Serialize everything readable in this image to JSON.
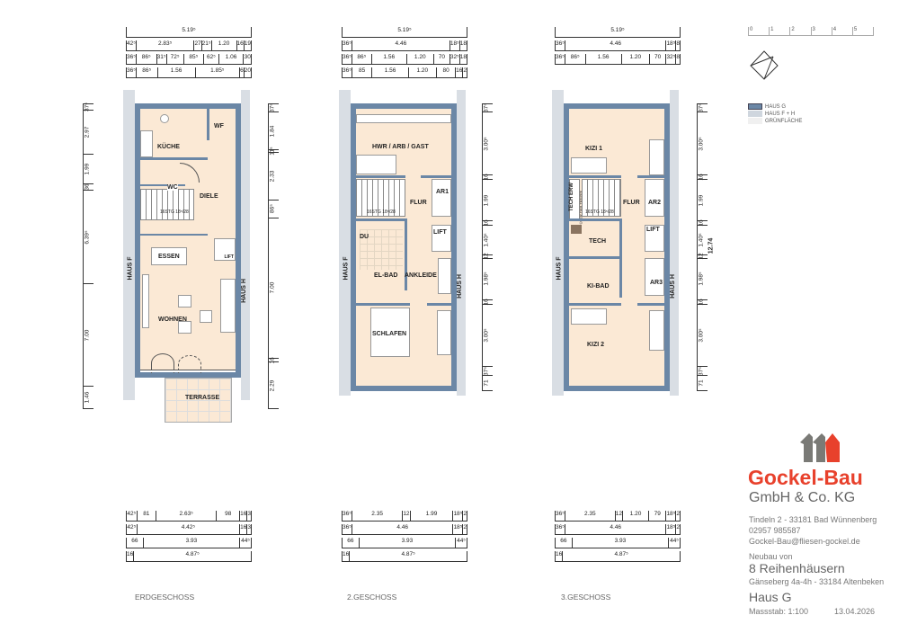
{
  "scale_bar": {
    "ticks": [
      "0",
      "1",
      "2",
      "3",
      "4",
      "5"
    ]
  },
  "legend": [
    {
      "label": "HAUS G",
      "color": "#6b87a6"
    },
    {
      "label": "HAUS F + H",
      "color": "#cfd6de"
    },
    {
      "label": "GRÜNFLÄCHE",
      "color": "#f0f0f0"
    }
  ],
  "plans": [
    {
      "name": "ERDGESCHOSS",
      "top_dims": [
        [
          "5.19⁵"
        ],
        [
          "42⁵",
          "2.83⁵",
          "27",
          "21⁵",
          "1.20",
          "16",
          "19"
        ],
        [
          "36⁵",
          "86⁵",
          "31⁵",
          "72⁵",
          "85⁵",
          "62⁵",
          "1.06",
          "30"
        ],
        [
          "36⁵",
          "86⁵",
          "1.56",
          "1.85⁵",
          "6",
          "20"
        ]
      ],
      "bottom_dims": [
        [
          "42⁵",
          "81",
          "2.63⁵",
          "98",
          "16",
          "3"
        ],
        [
          "42⁵",
          "4.42⁵",
          "16",
          "3"
        ],
        [
          "66",
          "3.93",
          "44⁵"
        ],
        [
          "16",
          "4.87⁵"
        ]
      ],
      "right_dims": [
        "37⁵",
        "1.84",
        "11⁵",
        "2.33",
        "86⁵",
        "7.00",
        "16",
        "2.29"
      ],
      "left_dims": [
        "37⁵",
        "2.97",
        "1.99",
        "36",
        "6.39⁵",
        "7.00",
        "1.46"
      ],
      "rooms": {
        "kueche": "KÜCHE",
        "wf": "WF",
        "wc": "WC",
        "diele": "DIELE",
        "lift": "LIFT",
        "essen": "ESSEN",
        "wohnen": "WOHNEN",
        "terrasse": "TERRASSE",
        "stairs": "16STG 18⁵/28"
      },
      "haus_left": "HAUS F",
      "haus_right": "HAUS H"
    },
    {
      "name": "2.GESCHOSS",
      "top_dims": [
        [
          "5.19⁵"
        ],
        [
          "36⁵",
          "4.46",
          "18⁵",
          "18"
        ],
        [
          "36⁵",
          "86⁵",
          "1.56",
          "1.20",
          "70",
          "32⁵",
          "18"
        ],
        [
          "36⁵",
          "85",
          "1.56",
          "1.20",
          "80",
          "16",
          "2"
        ]
      ],
      "bottom_dims": [
        [
          "36⁵",
          "2.35",
          "12",
          "1.99",
          "18⁵",
          "2"
        ],
        [
          "36⁵",
          "4.46",
          "18⁵",
          "2"
        ],
        [
          "66",
          "3.93",
          "44⁵"
        ],
        [
          "16",
          "4.87⁵"
        ]
      ],
      "right_dims": [
        "37⁵",
        "3.00⁵",
        "16",
        "1.99",
        "16",
        "1.40⁵",
        "12",
        "1.98⁵",
        "16",
        "3.00⁵",
        "37⁵",
        "71"
      ],
      "rooms": {
        "hwr": "HWR / ARB / GAST",
        "flur": "FLUR",
        "ar1": "AR1",
        "du": "DU",
        "lift": "LIFT",
        "elbad": "EL-BAD",
        "ankleide": "ANKLEIDE",
        "schlafen": "SCHLAFEN",
        "stairs": "16STG 18⁵/28"
      },
      "haus_left": "HAUS F",
      "haus_right": "HAUS H"
    },
    {
      "name": "3.GESCHOSS",
      "top_dims": [
        [
          "5.19⁵"
        ],
        [
          "36⁵",
          "4.46",
          "18⁵",
          "8"
        ],
        [
          "36⁵",
          "86⁵",
          "1.56",
          "1.20",
          "70",
          "32⁵",
          "8"
        ]
      ],
      "bottom_dims": [
        [
          "36⁵",
          "2.35",
          "12",
          "1.20",
          "79",
          "18⁵",
          "2"
        ],
        [
          "36⁵",
          "4.46",
          "18⁵",
          "2"
        ],
        [
          "66",
          "3.93",
          "44⁵"
        ],
        [
          "16",
          "4.87⁵"
        ]
      ],
      "right_dims": [
        "37⁵",
        "3.00⁵",
        "16",
        "1.99",
        "16",
        "1.40⁵",
        "12",
        "1.98⁵",
        "16",
        "3.00⁵",
        "37⁵",
        "71"
      ],
      "total_height": "12.74",
      "rooms": {
        "kizi1": "KIZI 1",
        "techerw": "TECH ERW",
        "techerw_sub": "ÜBER DER TREPPE",
        "flur": "FLUR",
        "ar2": "AR2",
        "tech": "TECH",
        "lift": "LIFT",
        "kibad": "KI-BAD",
        "ar3": "AR3",
        "kizi2": "KIZI 2",
        "stairs": "16STG 18⁵/28"
      },
      "haus_left": "HAUS F",
      "haus_right": "HAUS H"
    }
  ],
  "title_block": {
    "company": "Gockel-Bau",
    "company_sub": "GmbH & Co. KG",
    "address": "Tindeln 2 - 33181 Bad Wünnenberg",
    "phone": "02957 985587",
    "email": "Gockel-Bau@fliesen-gockel.de",
    "project_intro": "Neubau von",
    "project": "8 Reihenhäusern",
    "project_address": "Gänseberg 4a-4h - 33184 Altenbeken",
    "house": "Haus G",
    "scale": "Massstab: 1:100",
    "date": "13.04.2026",
    "brand_color": "#e8412c"
  }
}
